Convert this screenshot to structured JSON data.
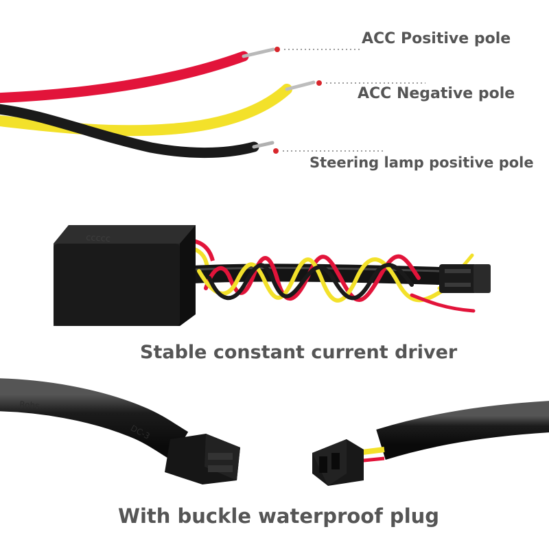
{
  "wire_labels": {
    "acc_positive": "ACC Positive pole",
    "acc_negative": "ACC Negative pole",
    "steering_lamp": "Steering lamp positive pole"
  },
  "captions": {
    "driver": "Stable constant current driver",
    "plug": "With buckle waterproof plug"
  },
  "cable_prints": {
    "rohs": "Rohs",
    "dc": "DC-3"
  },
  "colors": {
    "red_wire": "#e2143a",
    "yellow_wire": "#f3e12a",
    "black_wire": "#1a1a1a",
    "marker_dot": "#d8262c",
    "text": "#555555"
  }
}
